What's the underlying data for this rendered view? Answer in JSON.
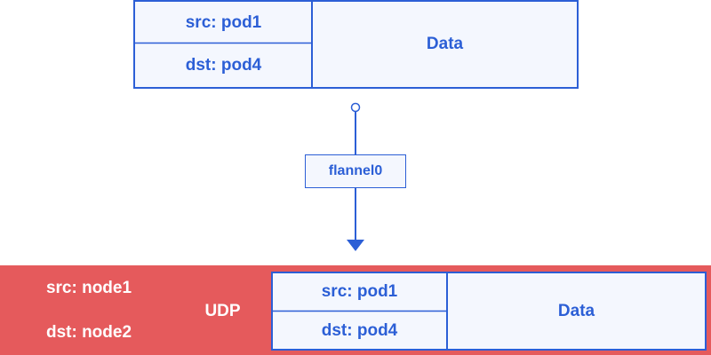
{
  "top_packet": {
    "src": "src: pod1",
    "dst": "dst: pod4",
    "data": "Data"
  },
  "flannel_label": "flannel0",
  "bottom_packet": {
    "outer_src": "src: node1",
    "outer_dst": "dst: node2",
    "udp": "UDP",
    "inner_src": "src: pod1",
    "inner_dst": "dst: pod4",
    "inner_data": "Data"
  },
  "colors": {
    "blue": "#2c5fd6",
    "light_blue_fill": "#f4f7fe",
    "red": "#e55a5c",
    "white": "#ffffff"
  }
}
